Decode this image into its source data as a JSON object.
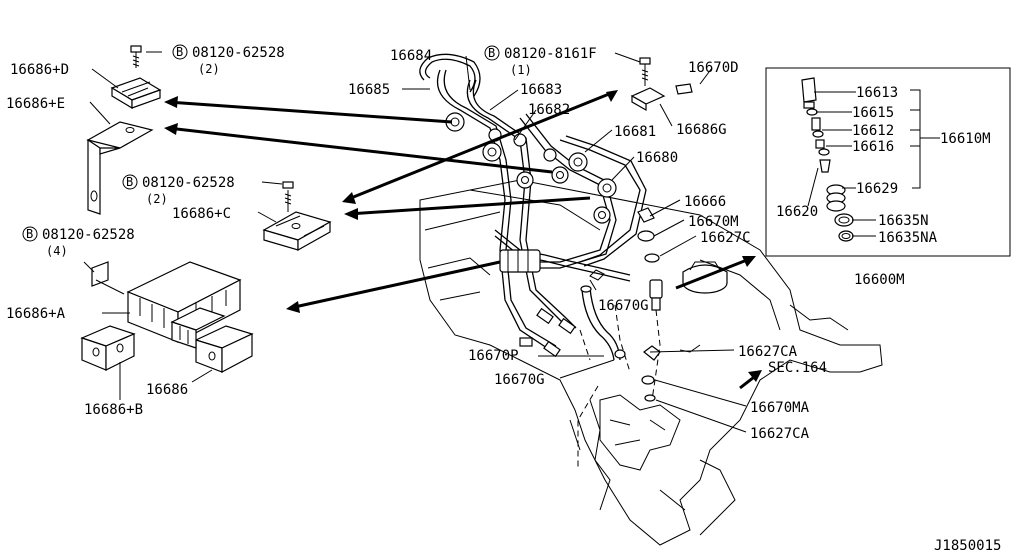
{
  "diagram": {
    "bolt_symbol": "B",
    "callouts": {
      "p16686_d": "16686+D",
      "p16686_e": "16686+E",
      "bolt1_code": "08120-62528",
      "bolt1_qty": "(2)",
      "p16684": "16684",
      "p16685": "16685",
      "p16683": "16683",
      "p16682": "16682",
      "bolt2_code": "08120-8161F",
      "bolt2_qty": "(1)",
      "p16670_d": "16670D",
      "p16686_g": "16686G",
      "p16681": "16681",
      "p16680": "16680",
      "bolt3_code": "08120-62528",
      "bolt3_qty": "(2)",
      "p16686_c": "16686+C",
      "p16666": "16666",
      "p16670_m": "16670M",
      "p16627_c": "16627C",
      "bolt4_code": "08120-62528",
      "bolt4_qty": "(4)",
      "p16686_a": "16686+A",
      "p16670_g_upper": "16670G",
      "p16670_p": "16670P",
      "p16670_g_lower": "16670G",
      "p16686": "16686",
      "p16686_b": "16686+B",
      "p16627_ca_upper": "16627CA",
      "sec_ref": "SEC.164",
      "p16670_ma": "16670MA",
      "p16627_ca_lower": "16627CA"
    },
    "inset": {
      "p16613": "16613",
      "p16615": "16615",
      "p16612": "16612",
      "p16610_m": "16610M",
      "p16616": "16616",
      "p16629": "16629",
      "p16620": "16620",
      "p16635_n": "16635N",
      "p16635_na": "16635NA",
      "p16600_m": "16600M"
    },
    "drawing_id": "J1850015"
  }
}
